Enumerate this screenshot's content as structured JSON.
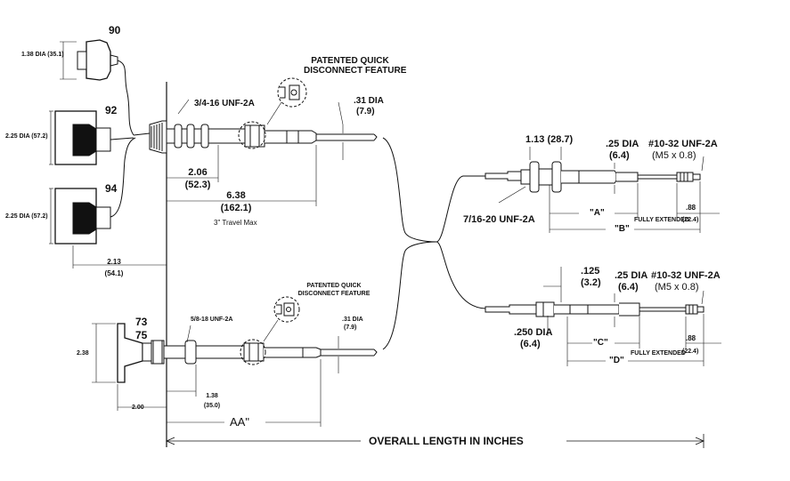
{
  "parts": {
    "knob_90": {
      "number": "90",
      "dia": "1.38 DIA (35.1)"
    },
    "knob_92": {
      "number": "92",
      "dia": "2.25 DIA (57.2)"
    },
    "knob_94": {
      "number": "94",
      "dia": "2.25 DIA (57.2)"
    },
    "handle_73_75": {
      "number_a": "73",
      "number_b": "75",
      "height": "2.38",
      "width": "2.00"
    }
  },
  "upper_control": {
    "thread": "3/4-16 UNF-2A",
    "quick_disconnect": [
      "PATENTED QUICK",
      "DISCONNECT FEATURE"
    ],
    "cable_dia": [
      ".31 DIA",
      "(7.9)"
    ],
    "dim_a": [
      "2.06",
      "(52.3)"
    ],
    "dim_b": [
      "6.38",
      "(162.1)"
    ],
    "travel_note": "3\" Travel Max",
    "left_offset": [
      "2.13",
      "(54.1)"
    ]
  },
  "lower_control": {
    "thread": "5/8-18 UNF-2A",
    "quick_disconnect": [
      "PATENTED QUICK",
      "DISCONNECT FEATURE"
    ],
    "cable_dia": [
      ".31 DIA",
      "(7.9)"
    ],
    "dim_a": [
      "1.38",
      "(35.0)"
    ],
    "aa_label": "AA\""
  },
  "upper_output": {
    "dim_113": "1.13 (28.7)",
    "dia_25": [
      ".25 DIA",
      "(6.4)"
    ],
    "thread_10_32": [
      "#10-32 UNF-2A",
      "(M5 x 0.8)"
    ],
    "thread_7_16": "7/16-20 UNF-2A",
    "dim_a_label": "\"A\"",
    "dim_b_label": "\"B\"",
    "fully_extended": "FULLY EXTENDED",
    "end_dim": [
      ".88",
      "(22.4)"
    ]
  },
  "lower_output": {
    "dim_125": [
      ".125",
      "(3.2)"
    ],
    "dia_25": [
      ".25 DIA",
      "(6.4)"
    ],
    "thread_10_32": [
      "#10-32 UNF-2A",
      "(M5 x 0.8)"
    ],
    "dia_250": [
      ".250 DIA",
      "(6.4)"
    ],
    "dim_c_label": "\"C\"",
    "dim_d_label": "\"D\"",
    "fully_extended": "FULLY EXTENDED",
    "end_dim": [
      ".88",
      "(22.4)"
    ]
  },
  "overall_length": "OVERALL LENGTH IN INCHES"
}
